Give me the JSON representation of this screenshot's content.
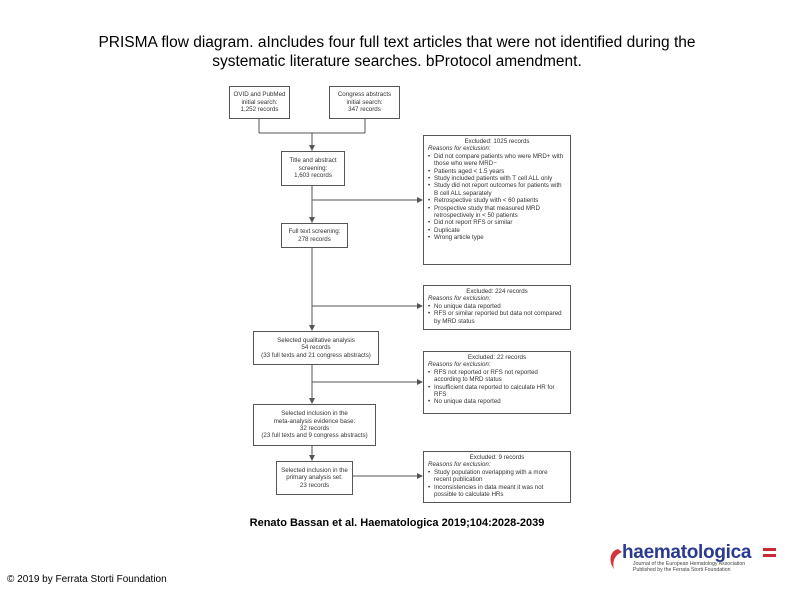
{
  "title": {
    "line1": "PRISMA flow diagram. aIncludes four full text articles that were not identified during the",
    "line2": "systematic literature searches. bProtocol amendment."
  },
  "flow": {
    "source_ovid": {
      "line1": "OVID and PubMed",
      "line2": "initial search:",
      "line3": "1,252 records"
    },
    "source_congress": {
      "line1": "Congress abstracts",
      "line2": "initial search:",
      "line3": "347 records"
    },
    "title_abstract": {
      "line1": "Title and abstract",
      "line2": "screening:",
      "line3": "1,603 records"
    },
    "full_text": {
      "line1": "Full text screening:",
      "line2": "278 records"
    },
    "selected_qualitative": {
      "line1": "Selected qualitative analysis",
      "line2": "54 records",
      "line3": "(33 full texts and 21 congress abstracts)"
    },
    "selected_meta": {
      "line1": "Selected inclusion in the",
      "line2": "meta-analysis evidence base:",
      "line3": "32 records",
      "line4": "(23 full texts and 9 congress abstracts)"
    },
    "selected_primary": {
      "line1": "Selected inclusion in the",
      "line2": "primary analysis set:",
      "line3": "23 records"
    },
    "excluded_1": {
      "head": "Excluded: 1025 records",
      "reason": "Reasons for exclusion:",
      "items": [
        "Did not compare patients who were MRD+ with those who were MRD−",
        "Patients aged < 1.5 years",
        "Study included patients with T cell ALL only",
        "Study did not report outcomes for patients with B cell ALL separately",
        "Retrospective study with < 60 patients",
        "Prospective study that measured MRD retrospectively in < 50 patients",
        "Did not report RFS or similar",
        "Duplicate",
        "Wrong article type"
      ]
    },
    "excluded_2": {
      "head": "Excluded: 224 records",
      "reason": "Reasons for exclusion:",
      "items": [
        "No unique data reported",
        "RFS or similar reported but data not compared by MRD status"
      ]
    },
    "excluded_3": {
      "head": "Excluded: 22 records",
      "reason": "Reasons for exclusion:",
      "items": [
        "RFS not reported or RFS not reported according to MRD status",
        "Insufficient data reported to calculate HR for RFS",
        "No unique data reported"
      ]
    },
    "excluded_4": {
      "head": "Excluded: 9 records",
      "reason": "Reasons for exclusion:",
      "items": [
        "Study population overlapping with a more recent publication",
        "Inconsistencies in data meant it was not possible to calculate HRs"
      ]
    }
  },
  "citation": "Renato Bassan et al. Haematologica 2019;104:2028-2039",
  "copyright": "© 2019 by Ferrata Storti Foundation",
  "logo": {
    "name": "haematologica",
    "sub1": "Journal of the European Hematology Association",
    "sub2": "Published by the Ferrata Storti Foundation"
  }
}
